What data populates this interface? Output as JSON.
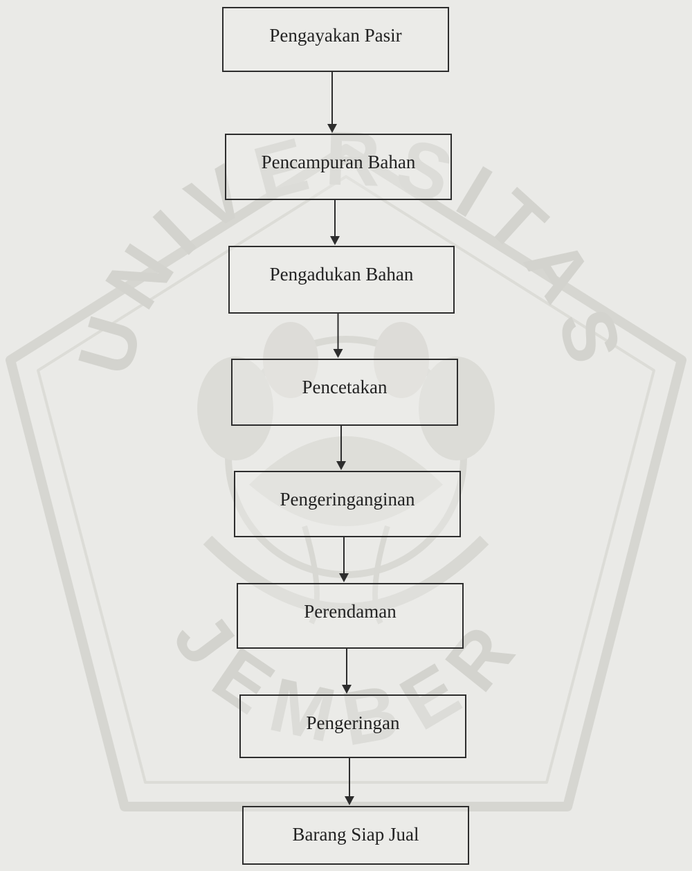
{
  "diagram": {
    "steps": [
      {
        "label": "Pengayakan Pasir"
      },
      {
        "label": "Pencampuran Bahan"
      },
      {
        "label": "Pengadukan Bahan"
      },
      {
        "label": "Pencetakan"
      },
      {
        "label": "Pengeringanginan"
      },
      {
        "label": "Perendaman"
      },
      {
        "label": "Pengeringan"
      },
      {
        "label": "Barang Siap Jual"
      }
    ]
  },
  "watermark": {
    "top_text": "UNIVERSITAS",
    "bottom_text": "JEMBER"
  },
  "colors": {
    "line": "#2d2d2d",
    "watermark": "#d3d3ce"
  }
}
